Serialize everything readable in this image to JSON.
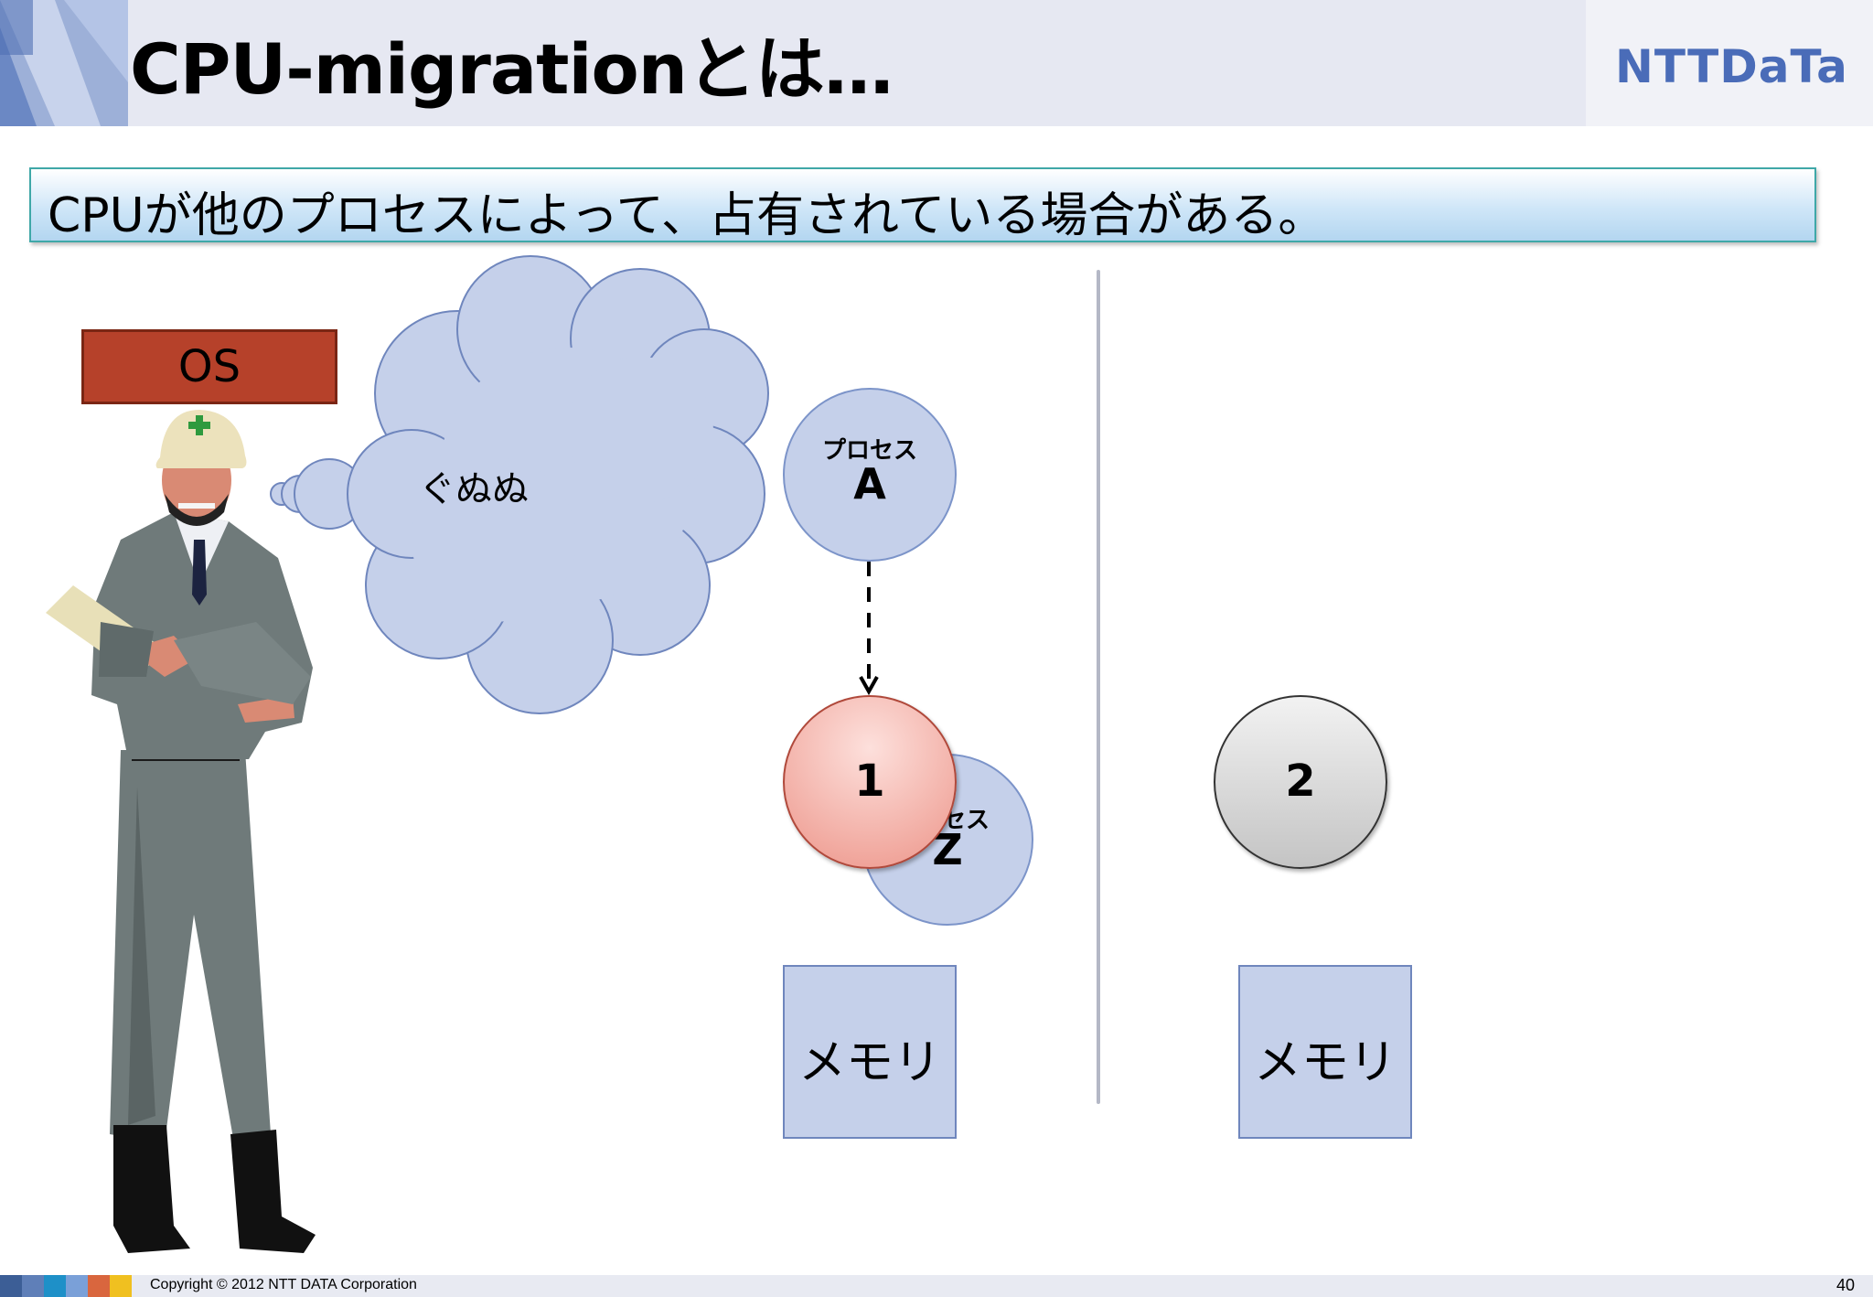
{
  "header": {
    "title": "CPU-migrationとは…",
    "logo": "NTTDaTa"
  },
  "banner": {
    "text": "CPUが他のプロセスによって、占有されている場合がある。"
  },
  "os": {
    "label": "OS"
  },
  "thought": {
    "text": "ぐぬぬ"
  },
  "process_a": {
    "small": "プロセス",
    "big": "A"
  },
  "process_z": {
    "small": "セス",
    "big": "Z"
  },
  "cpus": [
    {
      "label": "1"
    },
    {
      "label": "2"
    }
  ],
  "memories": [
    {
      "label": "メモリ"
    },
    {
      "label": "メモリ"
    }
  ],
  "colors": {
    "footer_stripes": [
      "#3c5e96",
      "#5f7fb8",
      "#1e90c8",
      "#7aa0d8",
      "#d9663e",
      "#f0c020"
    ]
  },
  "footer": {
    "copyright": "Copyright © 2012 NTT DATA Corporation",
    "page": "40"
  }
}
